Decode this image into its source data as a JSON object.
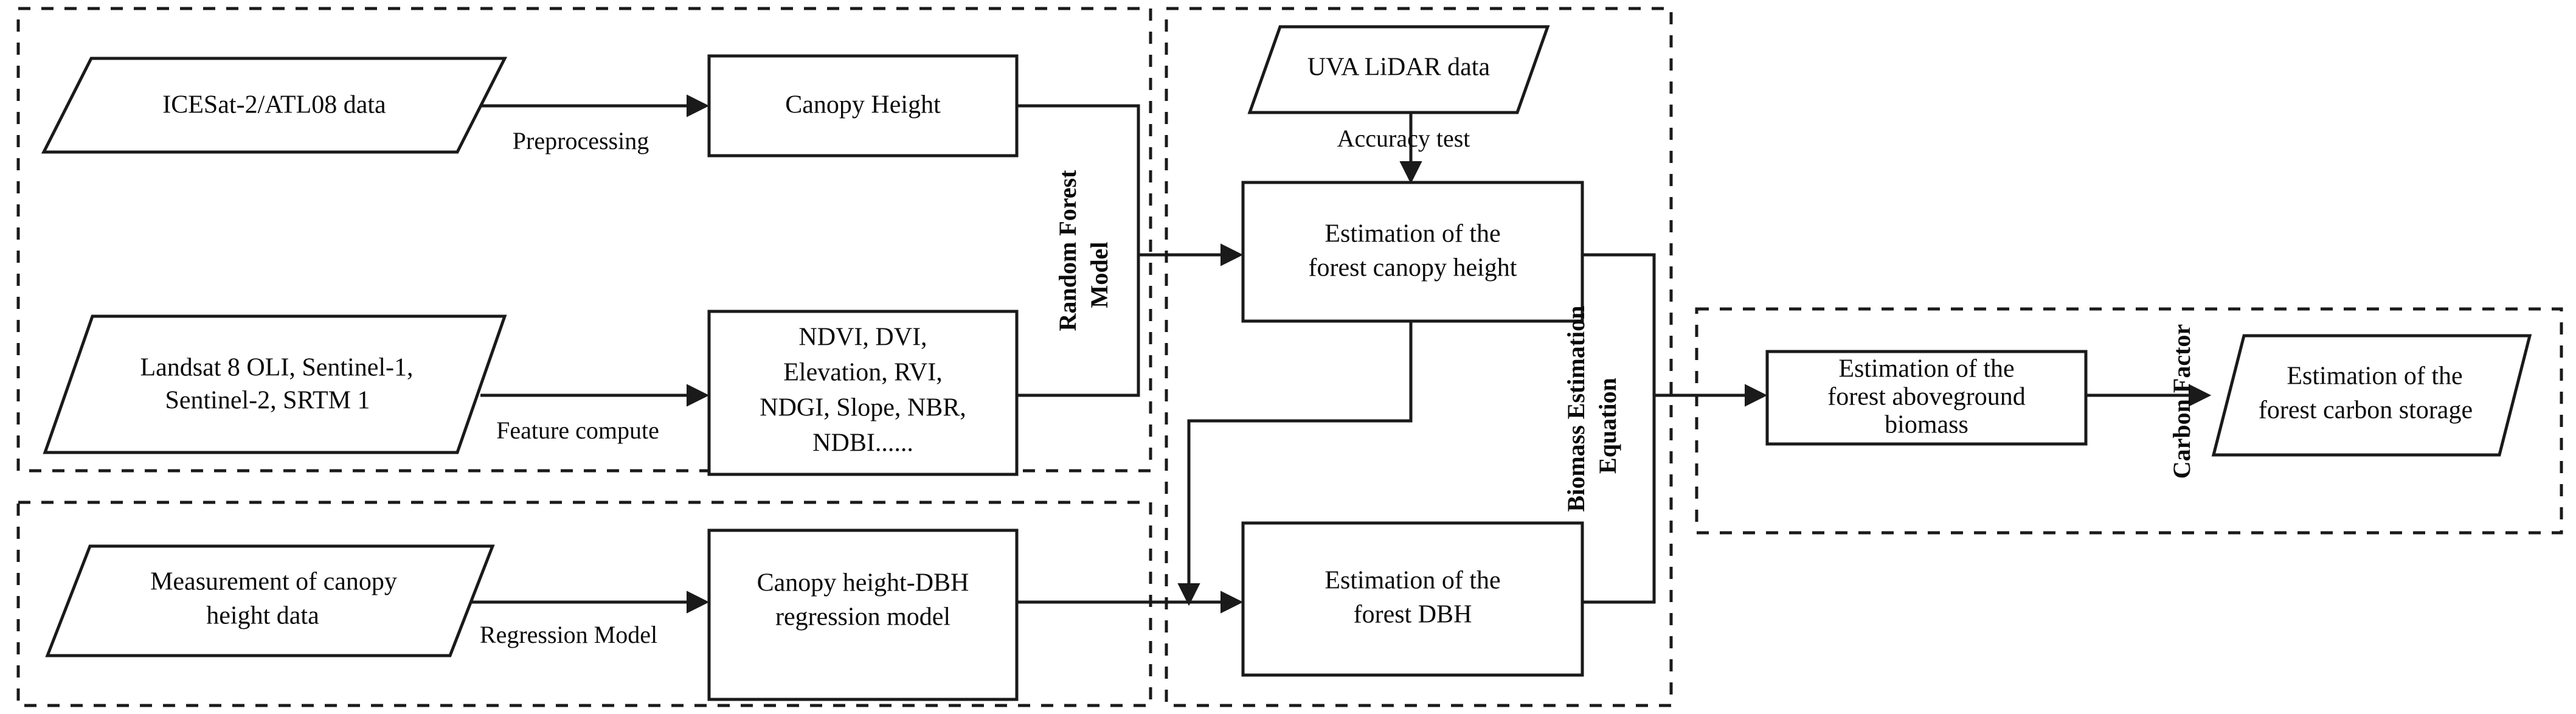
{
  "diagram": {
    "title": "Forest canopy height, aboveground biomass and carbon storage estimation workflow",
    "type": "flowchart",
    "colors": {
      "stroke": "#1a1a1a",
      "fill": "#ffffff",
      "text": "#0a0a0a"
    },
    "groups": [
      {
        "id": "group-remote-sensing",
        "label": ""
      },
      {
        "id": "group-field-measurement",
        "label": ""
      },
      {
        "id": "group-estimation",
        "label": ""
      },
      {
        "id": "group-carbon",
        "label": ""
      }
    ],
    "nodes": {
      "icesat": {
        "label": "ICESat-2/ATL08 data",
        "shape": "parallelogram"
      },
      "canopy_height": {
        "label": "Canopy Height",
        "shape": "rectangle"
      },
      "landsat": {
        "label_line1": "Landsat 8 OLI, Sentinel-1,",
        "label_line2": "Sentinel-2, SRTM 1",
        "shape": "parallelogram"
      },
      "features": {
        "label_line1": "NDVI, DVI,",
        "label_line2": "Elevation, RVI,",
        "label_line3": "NDGI, Slope, NBR,",
        "label_line4": "NDBI......",
        "shape": "rectangle"
      },
      "measurement": {
        "label_line1": "Measurement of canopy",
        "label_line2": "height data",
        "shape": "parallelogram"
      },
      "dbh_regression": {
        "label_line1": "Canopy height-DBH",
        "label_line2": "regression model",
        "shape": "rectangle"
      },
      "uva_lidar": {
        "label": "UVA LiDAR data",
        "shape": "parallelogram"
      },
      "est_canopy_height": {
        "label_line1": "Estimation of the",
        "label_line2": "forest canopy height",
        "shape": "rectangle"
      },
      "est_dbh": {
        "label_line1": "Estimation of the",
        "label_line2": "forest DBH",
        "shape": "rectangle"
      },
      "est_agb": {
        "label_line1": "Estimation of the",
        "label_line2": "forest aboveground",
        "label_line3": "biomass",
        "shape": "rectangle"
      },
      "est_carbon": {
        "label_line1": "Estimation of the",
        "label_line2": "forest carbon storage",
        "shape": "parallelogram"
      }
    },
    "edge_labels": {
      "preprocessing": "Preprocessing",
      "feature_compute": "Feature compute",
      "regression_model": "Regression Model",
      "accuracy_test": "Accuracy  test",
      "random_forest_model_line1": "Random Forest",
      "random_forest_model_line2": "Model",
      "biomass_equation_line1": "Biomass  Estimation",
      "biomass_equation_line2": "Equation",
      "carbon_factor": "Carbon Factor"
    }
  }
}
